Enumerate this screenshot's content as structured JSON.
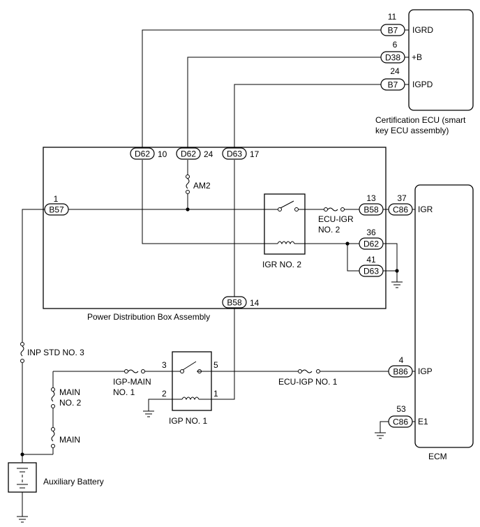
{
  "components": {
    "cert_ecu": "Certification ECU (smart key ECU assembly)",
    "cert_ecu_line1": "Certification ECU (smart",
    "cert_ecu_line2": "key ECU assembly)",
    "ecm": "ECM",
    "pdb": "Power Distribution Box Assembly",
    "battery": "Auxiliary Battery",
    "relay_igr": "IGR NO. 2",
    "relay_igp": "IGP NO. 1"
  },
  "fuses": {
    "am2": "AM2",
    "ecu_igr_line1": "ECU-IGR",
    "ecu_igr_line2": "NO. 2",
    "inp_std": "INP STD NO. 3",
    "igp_main_line1": "IGP-MAIN",
    "igp_main_line2": "NO. 1",
    "ecu_igp": "ECU-IGP NO. 1",
    "main_no2_line1": "MAIN",
    "main_no2_line2": "NO. 2",
    "main": "MAIN"
  },
  "connectors": [
    {
      "id": "c_b7_igrd",
      "code": "B7",
      "pin": "11",
      "signal": "IGRD"
    },
    {
      "id": "c_d38",
      "code": "D38",
      "pin": "6",
      "signal": "+B"
    },
    {
      "id": "c_b7_igpd",
      "code": "B7",
      "pin": "24",
      "signal": "IGPD"
    },
    {
      "id": "c_d62_10",
      "code": "D62",
      "pin": "10"
    },
    {
      "id": "c_d62_24",
      "code": "D62",
      "pin": "24"
    },
    {
      "id": "c_d63_17",
      "code": "D63",
      "pin": "17"
    },
    {
      "id": "c_b57",
      "code": "B57",
      "pin": "1"
    },
    {
      "id": "c_b58_13",
      "code": "B58",
      "pin": "13"
    },
    {
      "id": "c_c86_igr",
      "code": "C86",
      "pin": "37",
      "signal": "IGR"
    },
    {
      "id": "c_d62_36",
      "code": "D62",
      "pin": "36"
    },
    {
      "id": "c_d63_41",
      "code": "D63",
      "pin": "41"
    },
    {
      "id": "c_b58_14",
      "code": "B58",
      "pin": "14"
    },
    {
      "id": "c_b86",
      "code": "B86",
      "pin": "4",
      "signal": "IGP"
    },
    {
      "id": "c_c86_e1",
      "code": "C86",
      "pin": "53",
      "signal": "E1"
    }
  ],
  "relay_pins": {
    "p3": "3",
    "p5": "5",
    "p2": "2",
    "p1": "1"
  }
}
